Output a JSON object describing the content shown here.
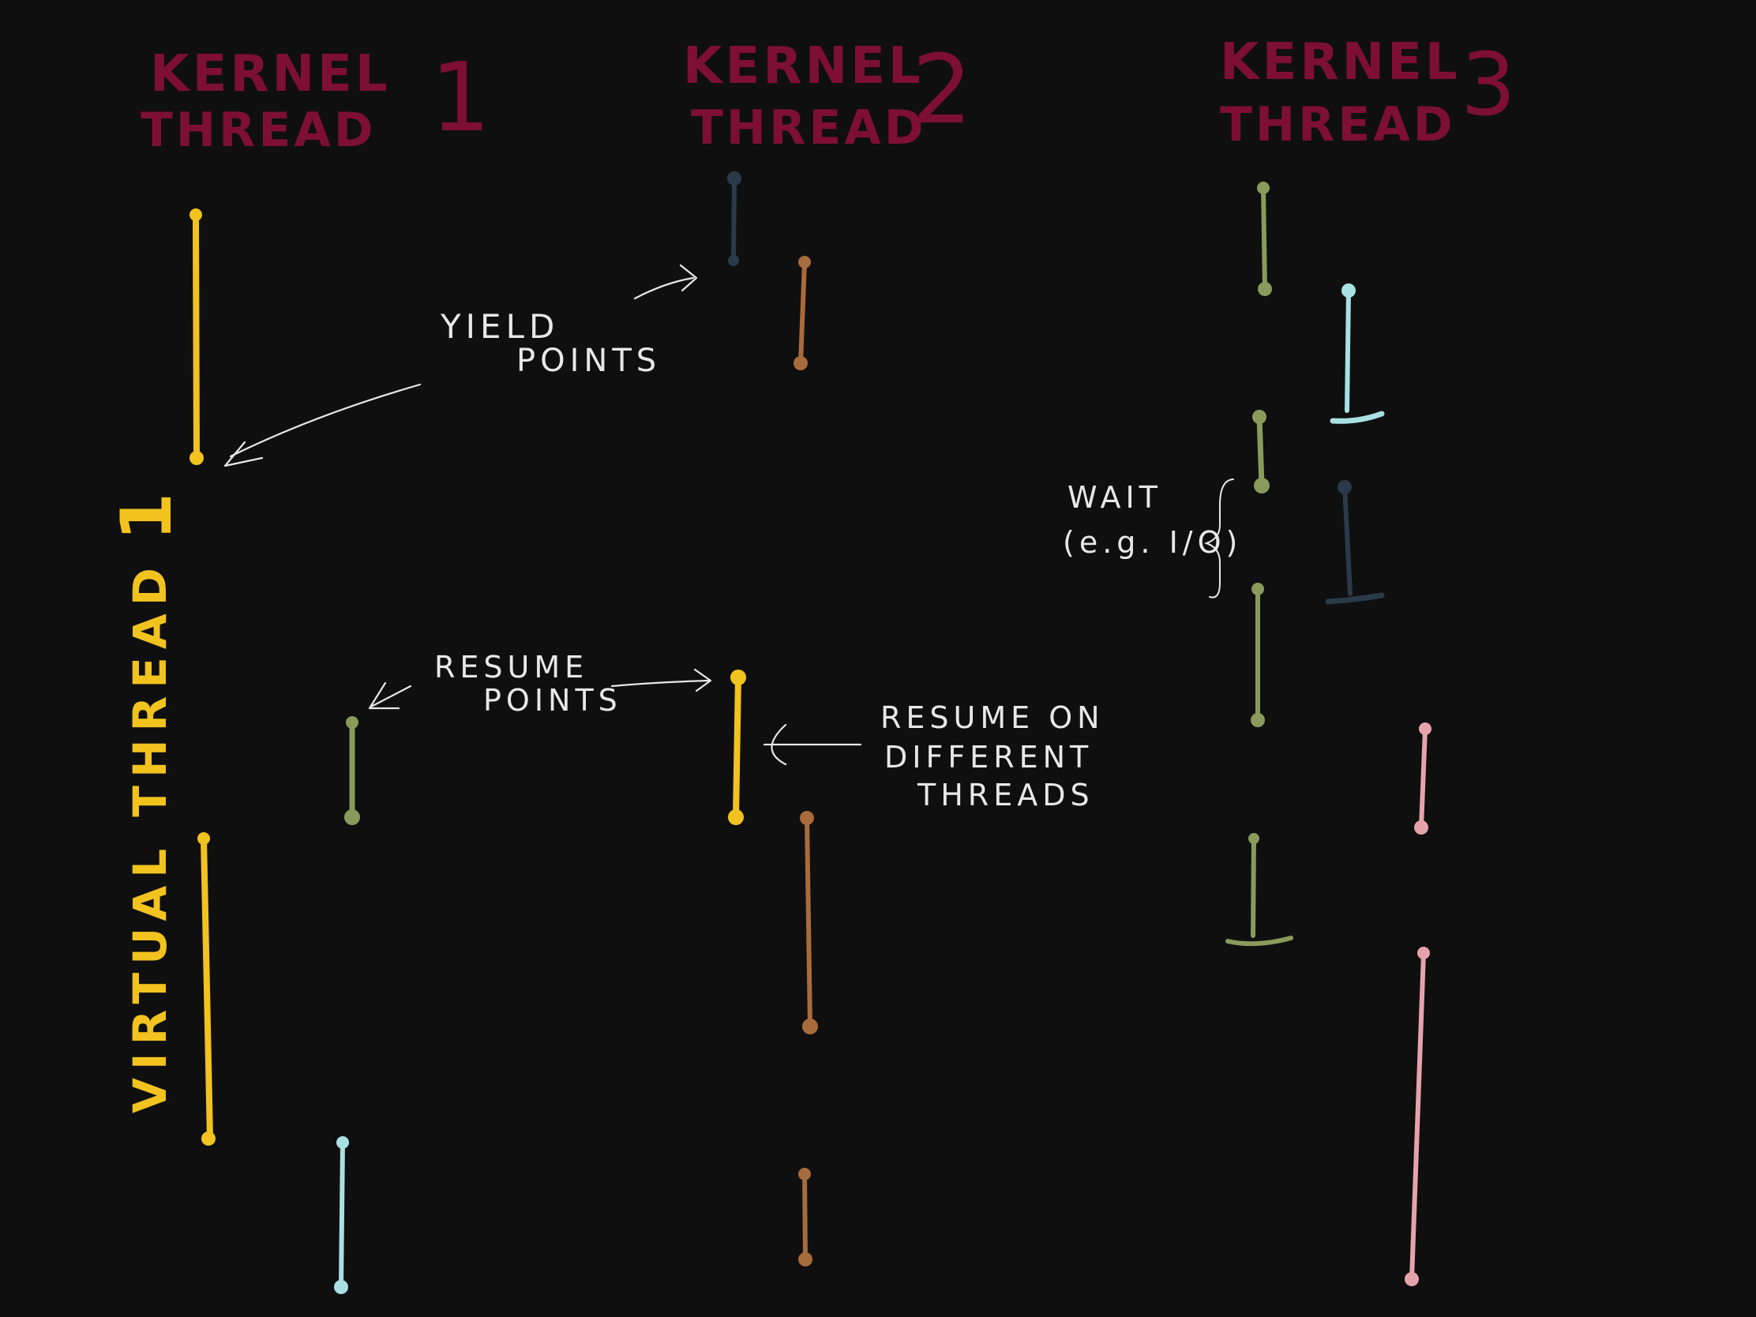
{
  "headers": [
    {
      "line1": "KERNEL",
      "line2": "THREAD",
      "number": "1"
    },
    {
      "line1": "KERNEL",
      "line2": "THREAD",
      "number": "2"
    },
    {
      "line1": "KERNEL",
      "line2": "THREAD",
      "number": "3"
    }
  ],
  "side_label": {
    "text": "VIRTUAL THREAD",
    "number": "1"
  },
  "annotations": {
    "yield_line1": "YIELD",
    "yield_line2": "POINTS",
    "resume_line1": "RESUME",
    "resume_line2": "POINTS",
    "diff_line1": "RESUME ON",
    "diff_line2": "DIFFERENT",
    "diff_line3": "THREADS",
    "wait_line1": "WAIT",
    "wait_line2": "(e.g. I/O)"
  },
  "colors": {
    "header": "#7d0f35",
    "annotation": "#e8e8e8",
    "virtual_thread_1": "#f2c31e",
    "olive": "#8a9a5b",
    "slate": "#2a3a4a",
    "brown": "#a86b3c",
    "cyan": "#a8e0e3",
    "pink": "#e6a3ab",
    "background": "#0f0f0f"
  }
}
